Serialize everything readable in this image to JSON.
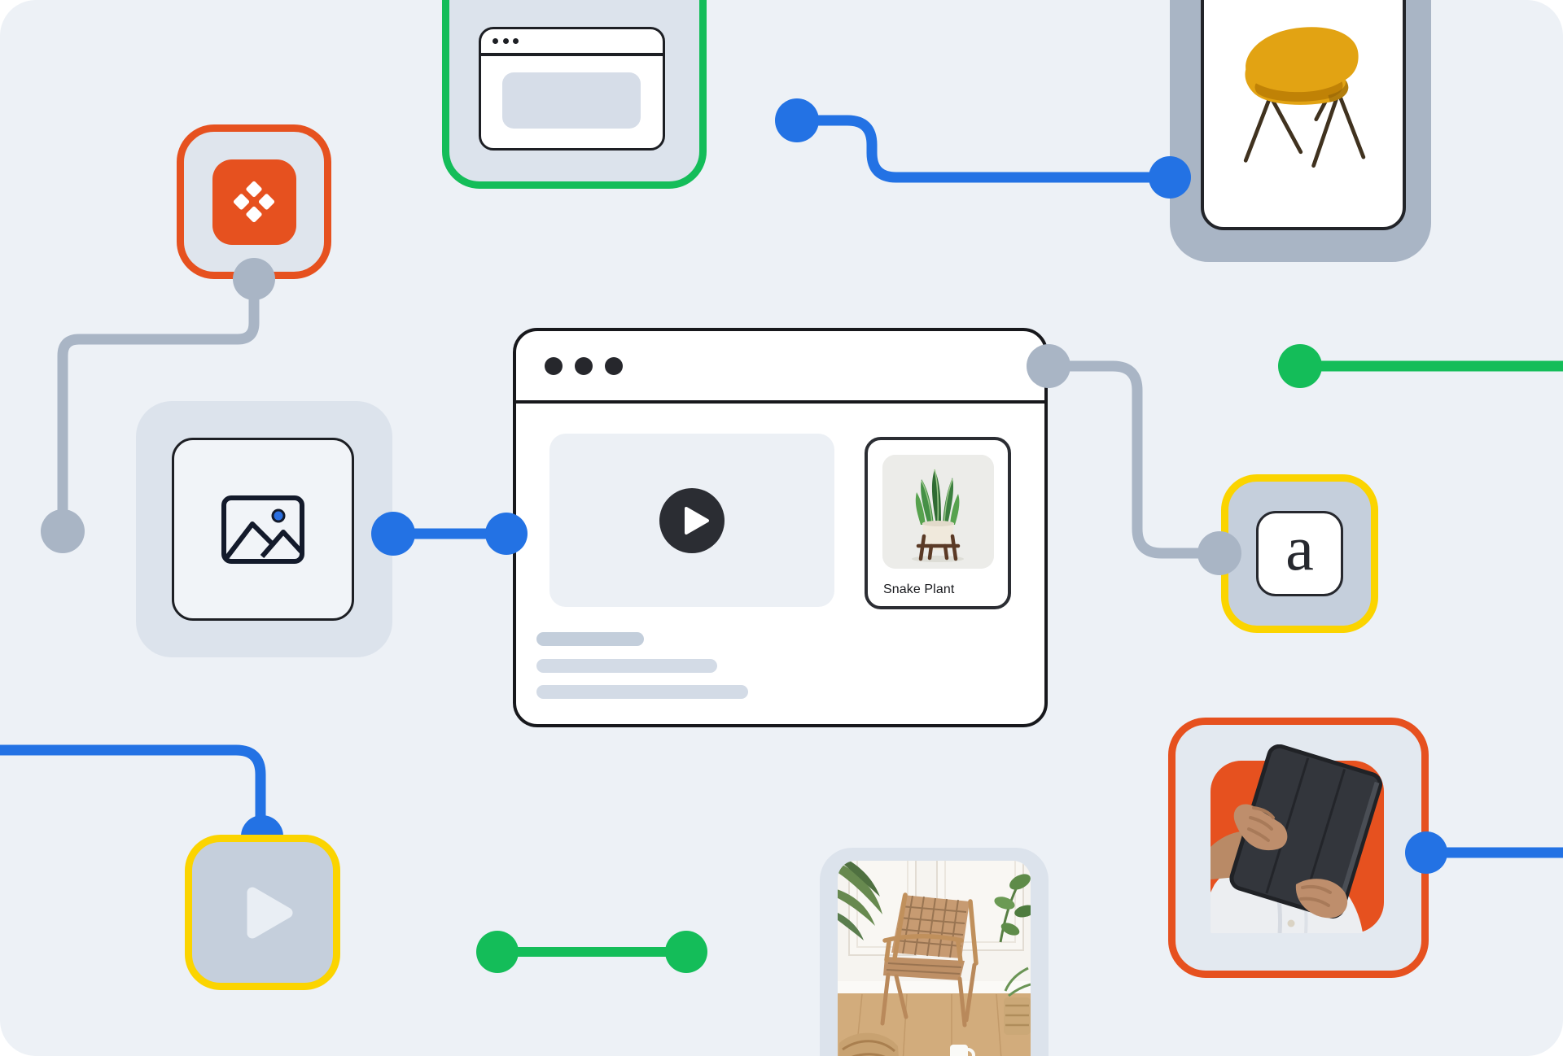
{
  "palette": {
    "bg": "#EDF1F6",
    "cardgray": "#DCE3EC",
    "cardgraydark": "#C5CFDC",
    "framegray": "#A9B5C5",
    "connectorgray": "#A9B5C5",
    "ink": "#1D1F24",
    "blue": "#2372E4",
    "green": "#14BD59",
    "yellow": "#FBD400",
    "orange": "#E6511F",
    "white": "#FFFFFF"
  },
  "main_window": {
    "traffic_dots": 3,
    "video_player": {
      "control": "play"
    },
    "product_card": {
      "title": "Snake Plant"
    },
    "placeholder_bars": 3
  },
  "typography_card": {
    "glyph": "a"
  },
  "nodes": [
    {
      "id": "app-icon",
      "kind": "app-tile",
      "icon": "diamond-grid-icon",
      "accent": "#E6511F"
    },
    {
      "id": "browser-thumbnail",
      "kind": "browser-mockup",
      "accent": "#14BD59"
    },
    {
      "id": "tablet-device",
      "kind": "device-photo",
      "subject": "yellow chair",
      "accent": "#A9B5C5"
    },
    {
      "id": "image-asset",
      "kind": "image-tile",
      "icon": "image-icon",
      "accent": "#1D1F24"
    },
    {
      "id": "main-browser-window",
      "kind": "browser-window",
      "contains": [
        "video-player",
        "product-card",
        "text-bars"
      ]
    },
    {
      "id": "font-asset",
      "kind": "typography-tile",
      "glyph": "a",
      "accent": "#FBD400"
    },
    {
      "id": "video-asset",
      "kind": "video-tile",
      "icon": "play-icon",
      "accent": "#FBD400"
    },
    {
      "id": "room-photo",
      "kind": "photo-tile",
      "subject": "woven chair in room",
      "accent": "#DCE3EC"
    },
    {
      "id": "tablet-hands-photo",
      "kind": "photo-tile",
      "subject": "hands holding tablet",
      "accent": "#E6511F"
    }
  ],
  "connectors": [
    {
      "from": "left-edge-top",
      "to": "app-icon",
      "color": "#A9B5C5"
    },
    {
      "from": "blue-node-top",
      "to": "tablet-device",
      "color": "#2372E4"
    },
    {
      "from": "image-asset",
      "to": "main-browser-window",
      "color": "#2372E4"
    },
    {
      "from": "main-browser-window",
      "to": "font-asset",
      "color": "#A9B5C5"
    },
    {
      "from": "green-node-right",
      "to": "right-edge",
      "color": "#14BD59"
    },
    {
      "from": "left-edge-bottom",
      "to": "video-asset",
      "color": "#2372E4"
    },
    {
      "from": "green-node-bottom-left",
      "to": "green-node-bottom-right",
      "color": "#14BD59"
    },
    {
      "from": "tablet-hands-photo",
      "to": "right-edge",
      "color": "#2372E4"
    }
  ]
}
